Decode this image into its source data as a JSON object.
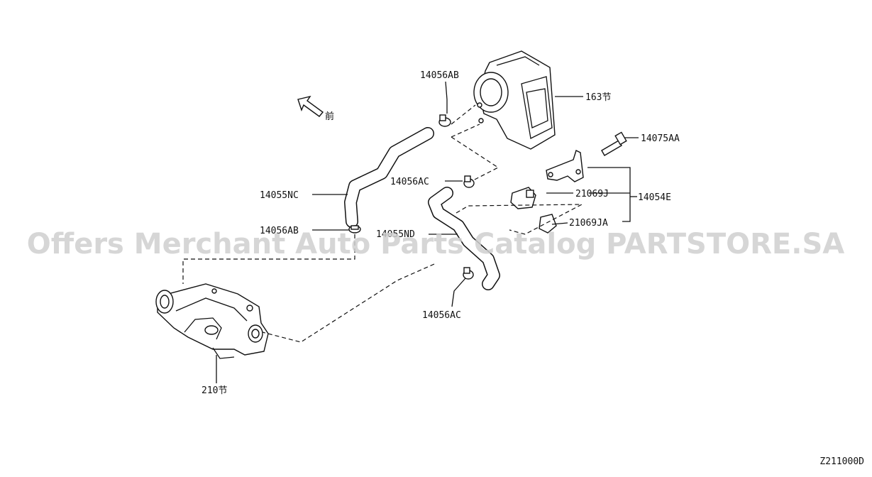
{
  "diagram": {
    "drawing_code": "Z211000D",
    "watermark": "Offers Merchant Auto Parts Catalog PARTSTORE.SA",
    "front_glyph": "前",
    "icons": {
      "front_arrow": "front-arrow-icon"
    },
    "parts": [
      {
        "id": "p1",
        "label": "14056AB"
      },
      {
        "id": "p2",
        "label": "163节"
      },
      {
        "id": "p3",
        "label": "14075AA"
      },
      {
        "id": "p4",
        "label": "14056AC"
      },
      {
        "id": "p5",
        "label": "14055NC"
      },
      {
        "id": "p6",
        "label": "21069J"
      },
      {
        "id": "p7",
        "label": "14054E"
      },
      {
        "id": "p8",
        "label": "21069JA"
      },
      {
        "id": "p9",
        "label": "14056AB"
      },
      {
        "id": "p10",
        "label": "14055ND"
      },
      {
        "id": "p11",
        "label": "14056AC"
      },
      {
        "id": "p12",
        "label": "210节"
      }
    ]
  }
}
